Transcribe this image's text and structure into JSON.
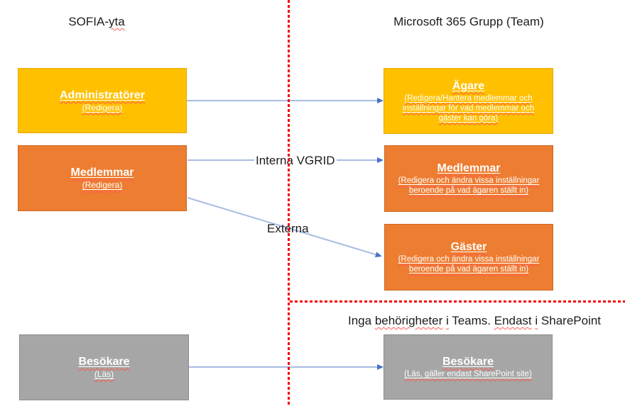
{
  "headers": {
    "left_segments": [
      {
        "t": "SOFIA-",
        "sq": false
      },
      {
        "t": "yta",
        "sq": true
      }
    ],
    "right": "Microsoft 365 Grupp (Team)"
  },
  "left_column": {
    "boxes": [
      {
        "id": "administrators",
        "title": "Administratörer",
        "subtitle": "(Redigera)",
        "color": "yellow"
      },
      {
        "id": "members",
        "title": "Medlemmar",
        "subtitle": "(Redigera)",
        "color": "orange"
      },
      {
        "id": "visitors",
        "title": "Besökare",
        "subtitle": "(Läs)",
        "color": "gray"
      }
    ]
  },
  "right_column": {
    "boxes": [
      {
        "id": "owners",
        "title": "Ägare",
        "subtitle": "(Redigera/Hantera medlemmar och inställningar för vad medlemmar och gäster kan göra)",
        "color": "yellow"
      },
      {
        "id": "members",
        "title": "Medlemmar",
        "subtitle": "(Redigera och ändra vissa inställningar beroende på vad ägaren ställt in)",
        "color": "orange"
      },
      {
        "id": "guests",
        "title": "Gäster",
        "subtitle": "(Redigera och ändra vissa inställningar beroende på vad ägaren ställt in)",
        "color": "orange"
      },
      {
        "id": "visitors",
        "title": "Besökare",
        "subtitle": "(Läs, gäller endast SharePoint site)",
        "color": "gray"
      }
    ]
  },
  "connector_labels": {
    "interna": "Interna VGRID",
    "externa": "Externa"
  },
  "bottom_note": {
    "segments": [
      {
        "t": "Inga ",
        "sq": false
      },
      {
        "t": "behörigheter",
        "sq": true
      },
      {
        "t": " ",
        "sq": false
      },
      {
        "t": "i",
        "sq": true
      },
      {
        "t": " Teams. ",
        "sq": false
      },
      {
        "t": "Endast",
        "sq": true
      },
      {
        "t": " ",
        "sq": false
      },
      {
        "t": "i",
        "sq": true
      },
      {
        "t": " SharePoint",
        "sq": false
      }
    ]
  },
  "colors": {
    "box_yellow": "#FFC000",
    "box_orange": "#ED7D31",
    "box_gray": "#A6A6A6",
    "connector_line": "#A9BCE2",
    "connector_arrowhead": "#4472C4",
    "divider_red": "#F20000",
    "spellcheck_squiggle": "#FF5A50",
    "box_text": "#FFFFFF",
    "label_text": "#1C1C1C"
  }
}
